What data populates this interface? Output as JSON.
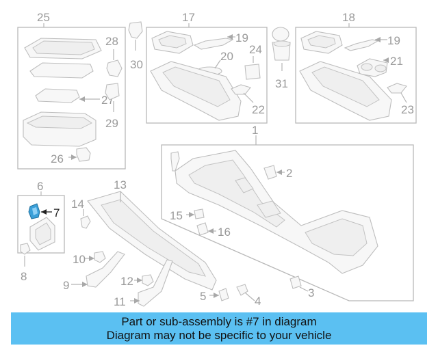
{
  "callouts": {
    "n1": "1",
    "n2": "2",
    "n3": "3",
    "n4": "4",
    "n5": "5",
    "n6": "6",
    "n7": "7",
    "n8": "8",
    "n9": "9",
    "n10": "10",
    "n11": "11",
    "n12": "12",
    "n13": "13",
    "n14": "14",
    "n15": "15",
    "n16": "16",
    "n17": "17",
    "n18": "18",
    "n19a": "19",
    "n19b": "19",
    "n20": "20",
    "n21": "21",
    "n22": "22",
    "n23": "23",
    "n24": "24",
    "n25": "25",
    "n26": "26",
    "n27": "27",
    "n28": "28",
    "n29": "29",
    "n30": "30",
    "n31": "31"
  },
  "highlight": {
    "part_number": "7",
    "color": "#3a9fd8"
  },
  "banner": {
    "line1": "Part or sub-assembly is #7 in diagram",
    "line2": "Diagram may not be specific to your vehicle",
    "color": "#5bc0f2"
  }
}
